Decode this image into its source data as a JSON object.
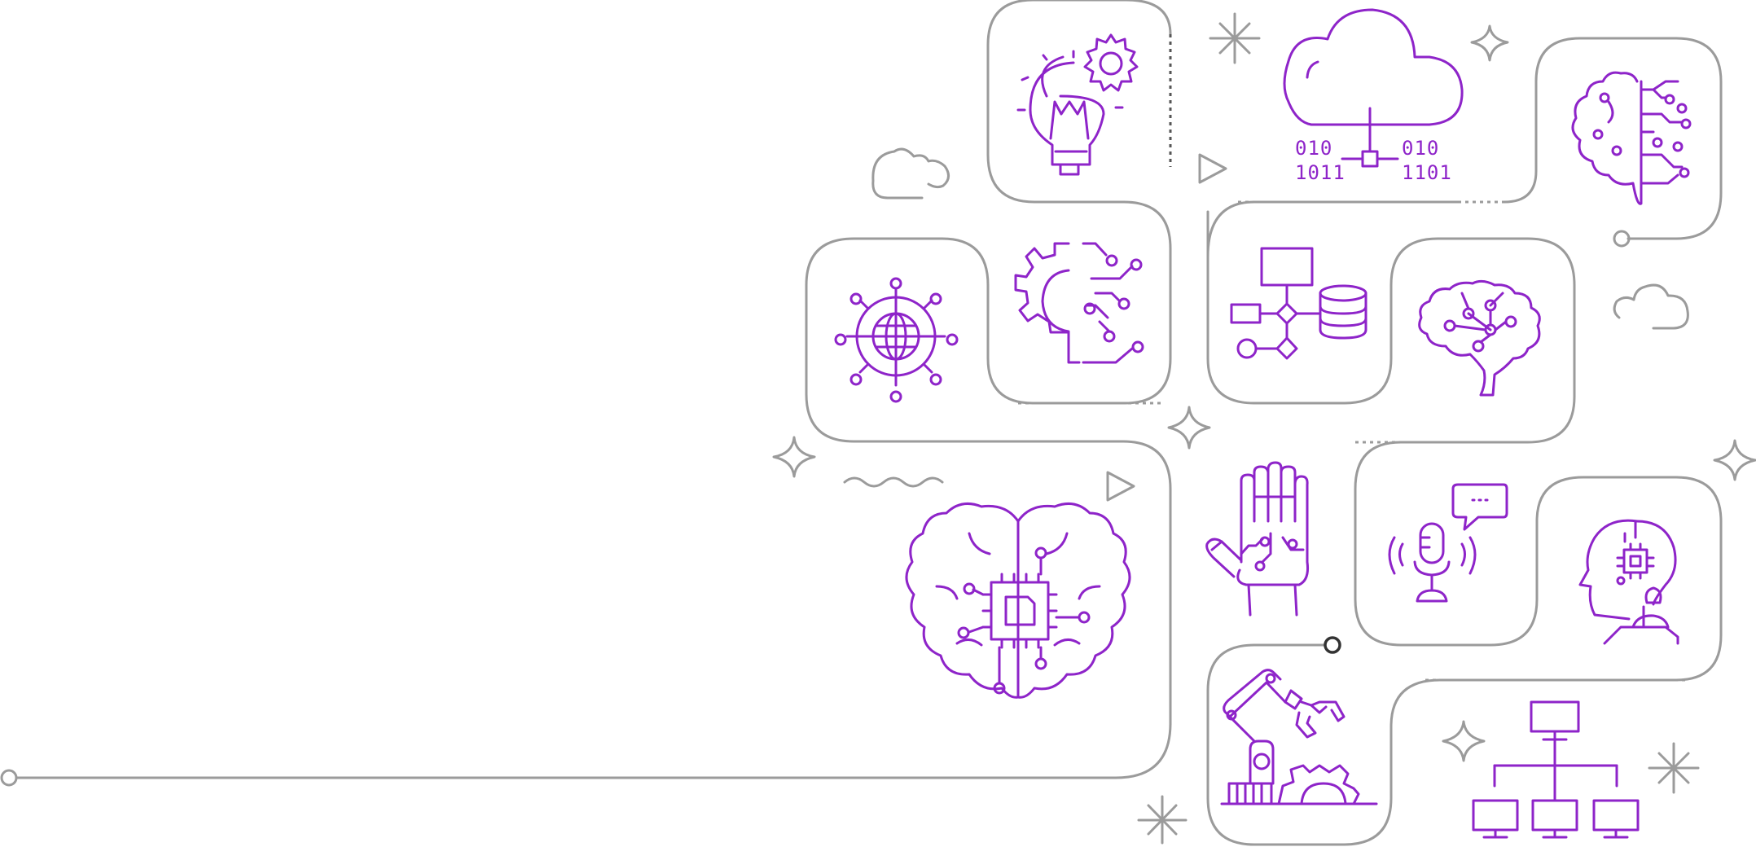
{
  "colors": {
    "accent": "#8e24c9",
    "frame": "#9b9b9b",
    "background": "#ffffff"
  },
  "cloud_binary": {
    "left_top": "010",
    "left_bottom": "1011",
    "right_top": "010",
    "right_bottom": "1101"
  },
  "icons": [
    "idea-gear-icon",
    "cloud-data-icon",
    "ai-brain-circuit-icon",
    "global-network-icon",
    "gear-circuit-icon",
    "flowchart-database-icon",
    "brain-network-icon",
    "brain-chip-icon",
    "robot-hand-icon",
    "voice-assistant-icon",
    "ai-head-icon",
    "robotic-arm-icon",
    "network-hierarchy-icon"
  ]
}
